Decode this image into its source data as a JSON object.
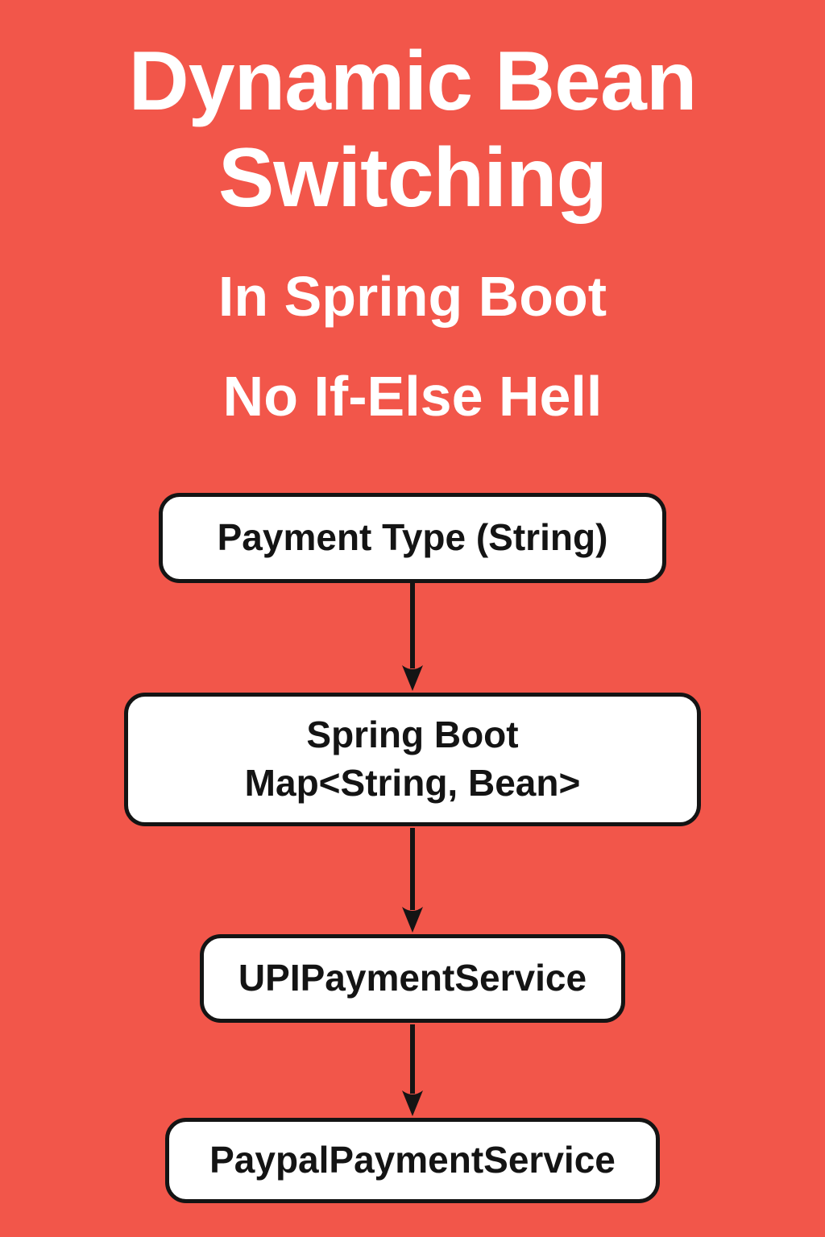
{
  "title": {
    "lines": [
      "Dynamic Bean",
      "Switching"
    ]
  },
  "subtitle": {
    "lines": [
      "In Spring Boot",
      "No If-Else Hell"
    ]
  },
  "flow": {
    "nodes": [
      {
        "id": "payment-type",
        "lines": [
          "Payment Type (String)"
        ]
      },
      {
        "id": "spring-boot-map",
        "lines": [
          "Spring Boot",
          "Map<String, Bean>"
        ]
      },
      {
        "id": "upi-payment-service",
        "lines": [
          "UPIPaymentService"
        ]
      },
      {
        "id": "paypal-payment-service",
        "lines": [
          "PaypalPaymentService"
        ]
      }
    ],
    "arrow_icon": "down-arrow"
  },
  "colors": {
    "background": "#F2564A",
    "title_text": "#FFFFFF",
    "node_background": "#FFFFFF",
    "node_border": "#141414",
    "node_text": "#141414",
    "arrow": "#141414"
  }
}
